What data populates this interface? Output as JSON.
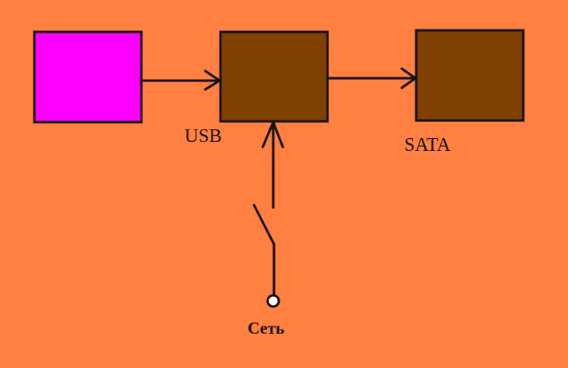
{
  "labels": {
    "usb": "USB",
    "sata": "SATA",
    "network": "Сеть"
  },
  "colors": {
    "background": "#FF8040",
    "source_box": "#FF00FF",
    "device_box": "#804000",
    "stroke": "#111111",
    "terminal_fill": "#FFFFFF"
  }
}
